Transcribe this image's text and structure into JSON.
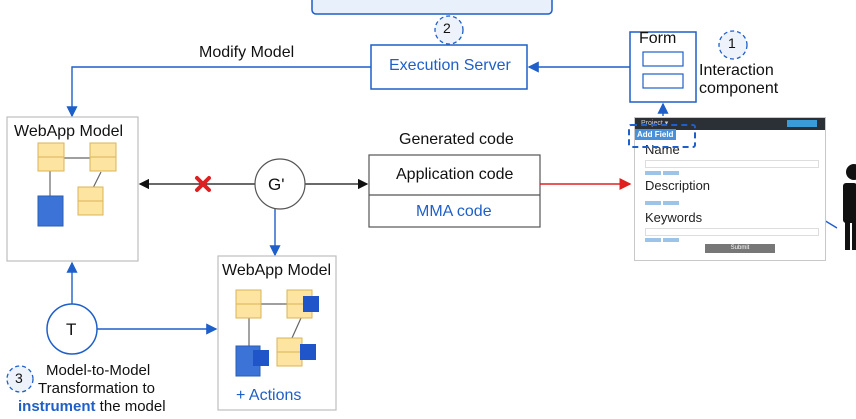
{
  "steps": {
    "one": "1",
    "two": "2",
    "three": "3"
  },
  "top_box": {
    "label": ""
  },
  "execution_server": {
    "label": "Execution Server"
  },
  "modify_model": {
    "label": "Modify Model"
  },
  "form": {
    "title": "Form",
    "interaction_line1": "Interaction",
    "interaction_line2": "component"
  },
  "webapp_model_left": {
    "title": "WebApp Model"
  },
  "webapp_model_bottom": {
    "title": "WebApp Model",
    "actions": "+  Actions"
  },
  "gprime": {
    "label": "G'"
  },
  "t_node": {
    "label": "T"
  },
  "generated": {
    "heading": "Generated code",
    "app_code": "Application code",
    "mma_code": "MMA code"
  },
  "transformation": {
    "line1": "Model-to-Model",
    "line2": "Transformation to",
    "line3_bold": "instrument",
    "line3_rest": " the model"
  },
  "app_mock": {
    "nav_title": "Project ▾",
    "add_field": "Add Field",
    "name_heading": "Name",
    "description_heading": "Description",
    "keywords_heading": "Keywords",
    "submit": "Submit"
  },
  "icons": {
    "blocked": "red-x-icon",
    "user": "person-icon"
  },
  "colors": {
    "blue": "#1e5fc9",
    "red": "#e02020",
    "node_yellow": "#fde4a0",
    "node_blue": "#3b74d6"
  }
}
